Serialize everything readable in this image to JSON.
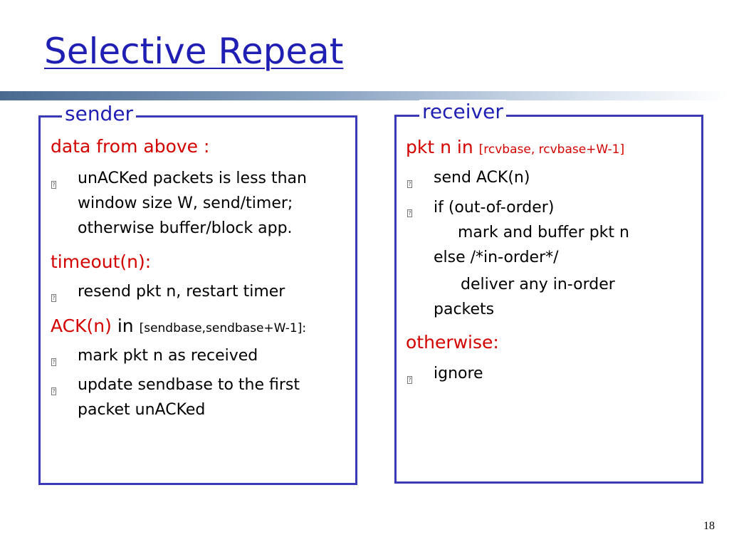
{
  "slide": {
    "title": "Selective Repeat",
    "page_number": "18",
    "accent_color": "#1f1fb4",
    "highlight_color": "#d40000"
  },
  "sender": {
    "label": "sender",
    "data_heading": "data from above :",
    "data_bullet_lines": [
      "unACKed packets is less than",
      "window size W, send/timer;",
      "otherwise buffer/block app."
    ],
    "timeout_heading": "timeout(n):",
    "timeout_bullet": "resend pkt n, restart timer",
    "ack_heading_main": "ACK(n)",
    "ack_heading_in": "in",
    "ack_heading_range": "[sendbase,sendbase+W-1]:",
    "ack_bullet_1": "mark pkt n as received",
    "ack_bullet_2_lines": [
      "update sendbase to the first",
      "packet unACKed"
    ]
  },
  "receiver": {
    "label": "receiver",
    "pkt_heading_main": "pkt n in",
    "pkt_heading_range": "[rcvbase, rcvbase+W-1]",
    "bullet_send": "send ACK(n)",
    "bullet_if_lines": [
      "if (out-of-order)",
      "mark and buffer pkt n",
      "else /*in-order*/"
    ],
    "deliver_lines": [
      "deliver any in-order",
      "packets"
    ],
    "otherwise_heading": "otherwise:",
    "bullet_ignore": "ignore"
  },
  "bullet_glyph": "?"
}
